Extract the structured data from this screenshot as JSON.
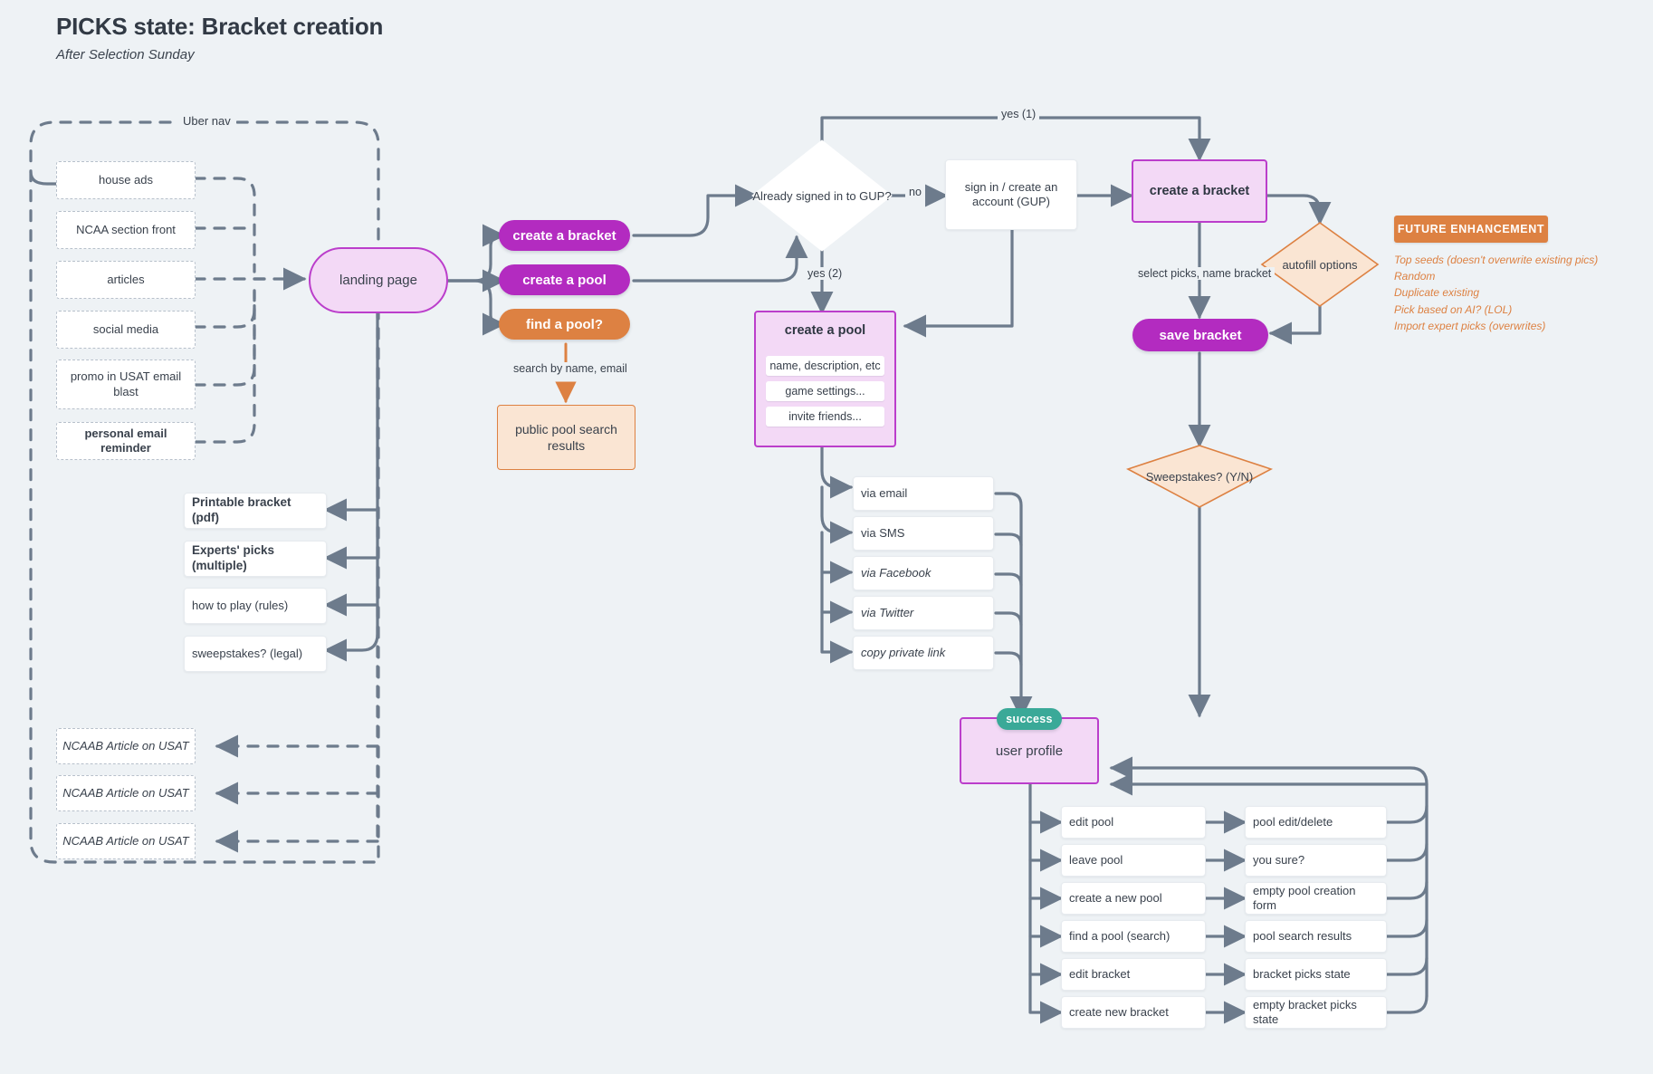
{
  "header": {
    "title": "PICKS state: Bracket creation",
    "subtitle": "After Selection Sunday"
  },
  "ubernav": {
    "label": "Uber nav",
    "items": [
      {
        "label": "house ads",
        "bold": false
      },
      {
        "label": "NCAA section front",
        "bold": false
      },
      {
        "label": "articles",
        "bold": false
      },
      {
        "label": "social media",
        "bold": false
      },
      {
        "label": "promo in USAT email blast",
        "bold": false
      },
      {
        "label": "personal email reminder",
        "bold": true
      }
    ]
  },
  "landing": {
    "label": "landing page"
  },
  "landing_actions": [
    {
      "label": "create a bracket",
      "color": "purple"
    },
    {
      "label": "create a pool",
      "color": "purple"
    },
    {
      "label": "find a pool?",
      "color": "orange"
    }
  ],
  "resources": [
    {
      "label": "Printable bracket (pdf)",
      "bold": true
    },
    {
      "label": "Experts' picks (multiple)",
      "bold": true
    },
    {
      "label": "how to play (rules)",
      "bold": false
    },
    {
      "label": "sweepstakes? (legal)",
      "bold": false
    }
  ],
  "articles": [
    {
      "label": "NCAAB Article on USAT"
    },
    {
      "label": "NCAAB Article on USAT"
    },
    {
      "label": "NCAAB Article on USAT"
    }
  ],
  "search": {
    "edge_label": "search by name, email",
    "results_label": "public pool search results"
  },
  "gup": {
    "question": "Already signed in to GUP?",
    "yes1": "yes (1)",
    "yes2": "yes (2)",
    "no": "no",
    "signin_label": "sign in / create an account (GUP)"
  },
  "create_pool": {
    "title": "create a pool",
    "items": [
      "name, description, etc",
      "game settings...",
      "invite friends..."
    ]
  },
  "invite_methods": [
    {
      "label": "via email",
      "italic": false
    },
    {
      "label": "via SMS",
      "italic": false
    },
    {
      "label": "via Facebook",
      "italic": true
    },
    {
      "label": "via Twitter",
      "italic": true
    },
    {
      "label": "copy private link",
      "italic": true
    }
  ],
  "create_bracket": {
    "title": "create a bracket",
    "edge_label": "select picks, name bracket",
    "autofill_label": "autofill options",
    "save_label": "save bracket",
    "sweepstakes_label": "Sweepstakes? (Y/N)"
  },
  "future_enhancement": {
    "badge": "FUTURE ENHANCEMENT",
    "items": [
      "Top seeds (doesn't overwrite existing pics)",
      "Random",
      "Duplicate existing",
      "Pick based on AI? (LOL)",
      "Import expert picks (overwrites)"
    ]
  },
  "profile": {
    "success_badge": "success",
    "label": "user profile"
  },
  "profile_actions": [
    {
      "action": "edit pool",
      "result": "pool edit/delete"
    },
    {
      "action": "leave pool",
      "result": "you sure?"
    },
    {
      "action": "create a new pool",
      "result": "empty pool creation form"
    },
    {
      "action": "find a pool (search)",
      "result": "pool search results"
    },
    {
      "action": "edit bracket",
      "result": "bracket picks state"
    },
    {
      "action": "create new bracket",
      "result": "empty bracket picks state"
    }
  ],
  "colors": {
    "background": "#eef2f5",
    "purple_accent": "#b32bc0",
    "purple_border": "#bb3ecb",
    "purple_fill": "#f3d9f6",
    "orange_accent": "#dd8142",
    "orange_fill": "#fae5d3",
    "teal": "#3aa998",
    "wire": "#6d7b8c",
    "ink": "#323a45"
  }
}
